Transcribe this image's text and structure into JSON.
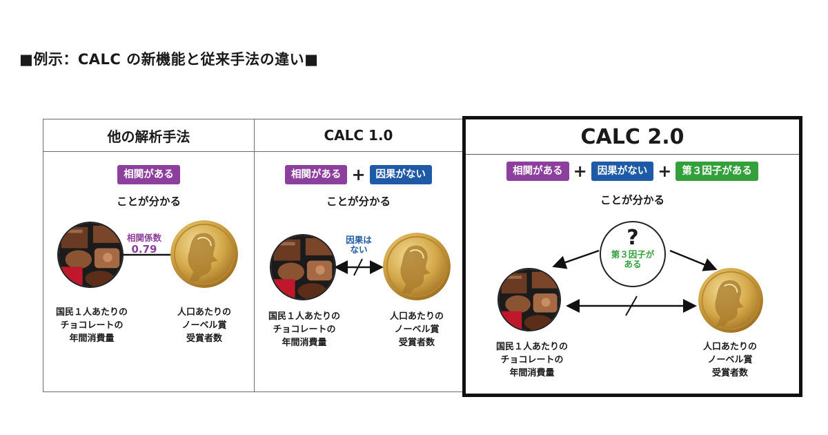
{
  "page_title": "■例示：CALC の新機能と従来手法の違い■",
  "panels": {
    "other": {
      "header": "他の解析手法",
      "badges": [
        "相関がある"
      ],
      "caption": "ことが分かる",
      "annotation_line1": "相関係数",
      "annotation_line2": "0.79",
      "left_label": [
        "国民１人あたりの",
        "チョコレートの",
        "年間消費量"
      ],
      "right_label": [
        "人口あたりの",
        "ノーベル賞",
        "受賞者数"
      ]
    },
    "calc1": {
      "header": "CALC 1.0",
      "badges": [
        "相関がある",
        "因果がない"
      ],
      "plus": "+",
      "caption": "ことが分かる",
      "annotation_line1": "因果は",
      "annotation_line2": "ない",
      "left_label": [
        "国民１人あたりの",
        "チョコレートの",
        "年間消費量"
      ],
      "right_label": [
        "人口あたりの",
        "ノーベル賞",
        "受賞者数"
      ]
    },
    "calc2": {
      "header": "CALC 2.0",
      "badges": [
        "相関がある",
        "因果がない",
        "第３因子がある"
      ],
      "plus": "+",
      "caption": "ことが分かる",
      "question": "?",
      "annotation_line1": "第３因子が",
      "annotation_line2": "ある",
      "left_label": [
        "国民１人あたりの",
        "チョコレートの",
        "年間消費量"
      ],
      "right_label": [
        "人口あたりの",
        "ノーベル賞",
        "受賞者数"
      ]
    }
  },
  "colors": {
    "correlation_badge": "#8c3f9c",
    "no_causation_badge": "#1e5aa6",
    "third_factor_badge": "#34a03c",
    "highlight_border": "#111111"
  },
  "icons": {
    "chocolate": "chocolate-box-icon",
    "medal": "nobel-medal-icon"
  }
}
